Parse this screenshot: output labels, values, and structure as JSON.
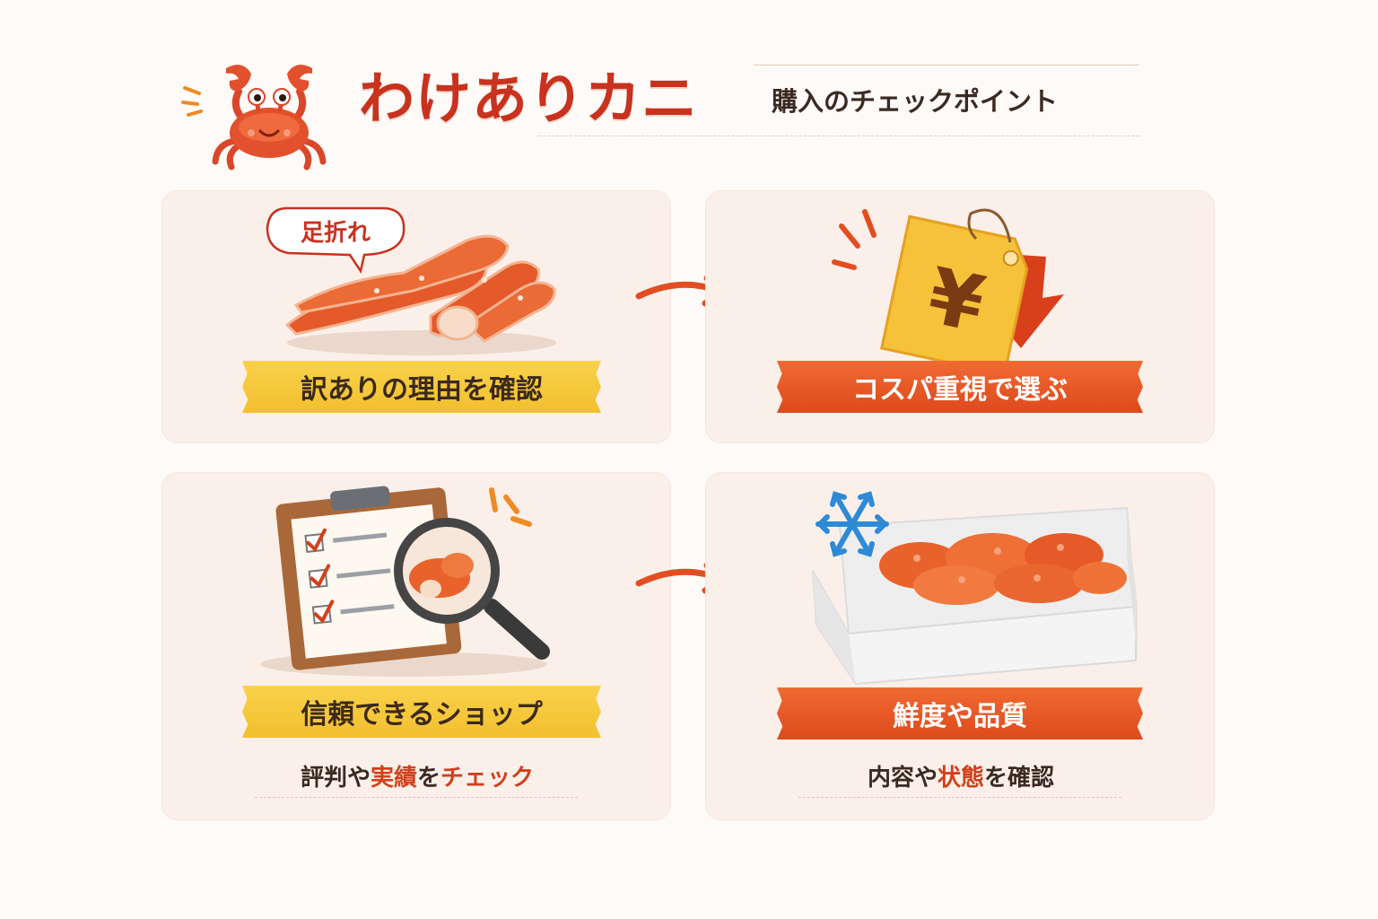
{
  "header": {
    "title": "わけありカニ",
    "subtitle": "購入のチェックポイント"
  },
  "cards": [
    {
      "bubble": "足折れ",
      "banner": "訳ありの理由を確認",
      "banner_style": "yellow"
    },
    {
      "price_symbol": "¥",
      "banner": "コスパ重視で選ぶ",
      "banner_style": "orange"
    },
    {
      "banner": "信頼できるショップ",
      "banner_style": "yellow",
      "note": {
        "pre": "評判や",
        "hl1": "実績",
        "mid": "を",
        "hl2": "チェック",
        "post": ""
      }
    },
    {
      "banner": "鮮度や品質",
      "banner_style": "orange",
      "note": {
        "pre": "内容や",
        "hl1": "状態",
        "mid": "を確認",
        "hl2": "",
        "post": ""
      }
    }
  ],
  "colors": {
    "accent_red": "#c8321e",
    "banner_yellow": "#f5c83a",
    "banner_orange": "#e9582a",
    "card_bg": "#fbf0e9"
  },
  "icons": [
    "crab-icon",
    "crab-legs-icon",
    "price-tag-icon",
    "down-arrow-icon",
    "clipboard-icon",
    "magnifier-icon",
    "snowflake-icon",
    "foam-box-icon"
  ]
}
